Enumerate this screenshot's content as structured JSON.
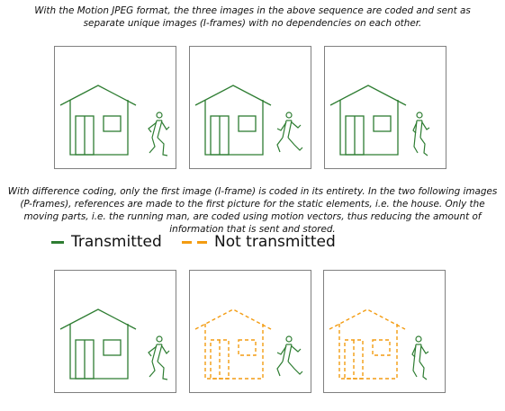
{
  "caption_top": "With the Motion JPEG format, the three images in the above sequence are coded and sent as separate unique images (I-frames) with no dependencies on each other.",
  "caption_middle": "With difference coding, only the first image (I-frame) is coded in its entirety. In the two following images (P-frames), references are made to the first picture for the static elements, i.e. the house. Only the moving parts, i.e. the running man, are coded using motion vectors, thus reducing the amount of information that is sent and stored.",
  "legend": {
    "transmitted_label": "Transmitted",
    "not_transmitted_label": "Not transmitted"
  },
  "colors": {
    "transmitted": "#2e7d32",
    "not_transmitted": "#f39c12",
    "frame_border": "#808080"
  },
  "icons": [
    "house-icon",
    "running-man-icon"
  ]
}
